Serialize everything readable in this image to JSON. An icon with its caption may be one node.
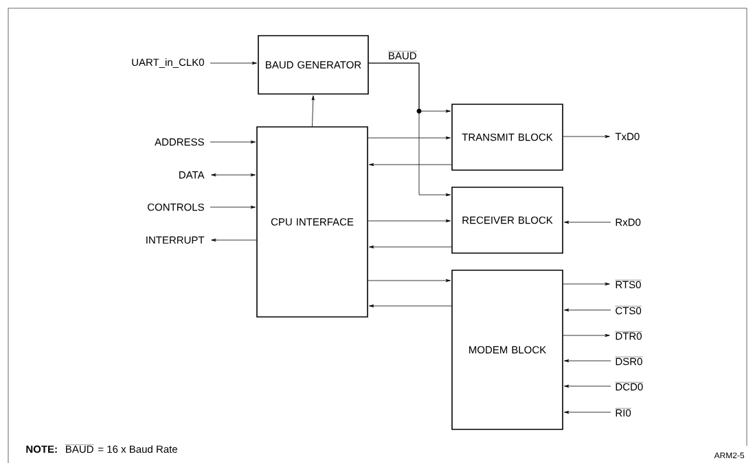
{
  "diagram": {
    "nodes": [
      {
        "text": [
          "BAUD GENERATOR"
        ]
      },
      {
        "text": [
          "CPU INTERFACE"
        ]
      },
      {
        "text": [
          "TRANSMIT BLOCK"
        ]
      },
      {
        "text": [
          "RECEIVER BLOCK"
        ]
      },
      {
        "text": [
          "MODEM BLOCK"
        ]
      },
      {
        "text": [
          "UART_in_CLK0"
        ]
      },
      {
        "text": [
          "ADDRESS"
        ]
      },
      {
        "text": [
          "DATA"
        ]
      },
      {
        "text": [
          "CONTROLS"
        ]
      },
      {
        "text": [
          "INTERRUPT"
        ]
      },
      {
        "text": [
          "TxD0"
        ]
      },
      {
        "text": [
          "RxD0"
        ]
      },
      {
        "text": [
          "RTS0"
        ]
      },
      {
        "text": [
          "CTS0"
        ]
      },
      {
        "text": [
          "DTR0"
        ]
      },
      {
        "text": [
          "DSR0"
        ]
      },
      {
        "text": [
          "DCD0"
        ]
      },
      {
        "text": [
          "RI0"
        ]
      }
    ],
    "edges": [
      {
        "from": 5,
        "to": 0,
        "arrow": "to"
      },
      {
        "from": 1,
        "to": 0,
        "arrow": "to"
      },
      {
        "from": 6,
        "to": 1,
        "arrow": "to"
      },
      {
        "from": 7,
        "to": 1,
        "arrow": "both"
      },
      {
        "from": 8,
        "to": 1,
        "arrow": "to"
      },
      {
        "from": 1,
        "to": 9,
        "arrow": "to"
      },
      {
        "from": 0,
        "to": 2,
        "arrow": "to",
        "label": "BAUD"
      },
      {
        "from": 0,
        "to": 3,
        "arrow": "to"
      },
      {
        "from": 1,
        "to": 2,
        "arrow": "to"
      },
      {
        "from": 2,
        "to": 1,
        "arrow": "to"
      },
      {
        "from": 1,
        "to": 3,
        "arrow": "to"
      },
      {
        "from": 3,
        "to": 1,
        "arrow": "to"
      },
      {
        "from": 1,
        "to": 4,
        "arrow": "to"
      },
      {
        "from": 4,
        "to": 1,
        "arrow": "to"
      },
      {
        "from": 2,
        "to": 10,
        "arrow": "to"
      },
      {
        "from": 11,
        "to": 3,
        "arrow": "to"
      },
      {
        "from": 4,
        "to": 12,
        "arrow": "to"
      },
      {
        "from": 13,
        "to": 4,
        "arrow": "to"
      },
      {
        "from": 4,
        "to": 14,
        "arrow": "to"
      },
      {
        "from": 15,
        "to": 4,
        "arrow": "to"
      },
      {
        "from": 16,
        "to": 4,
        "arrow": "to"
      },
      {
        "from": 17,
        "to": 4,
        "arrow": "to"
      }
    ],
    "labels": [
      "NOTE:",
      "BAUD",
      "= 16 x Baud Rate",
      "ARM2-5"
    ]
  }
}
